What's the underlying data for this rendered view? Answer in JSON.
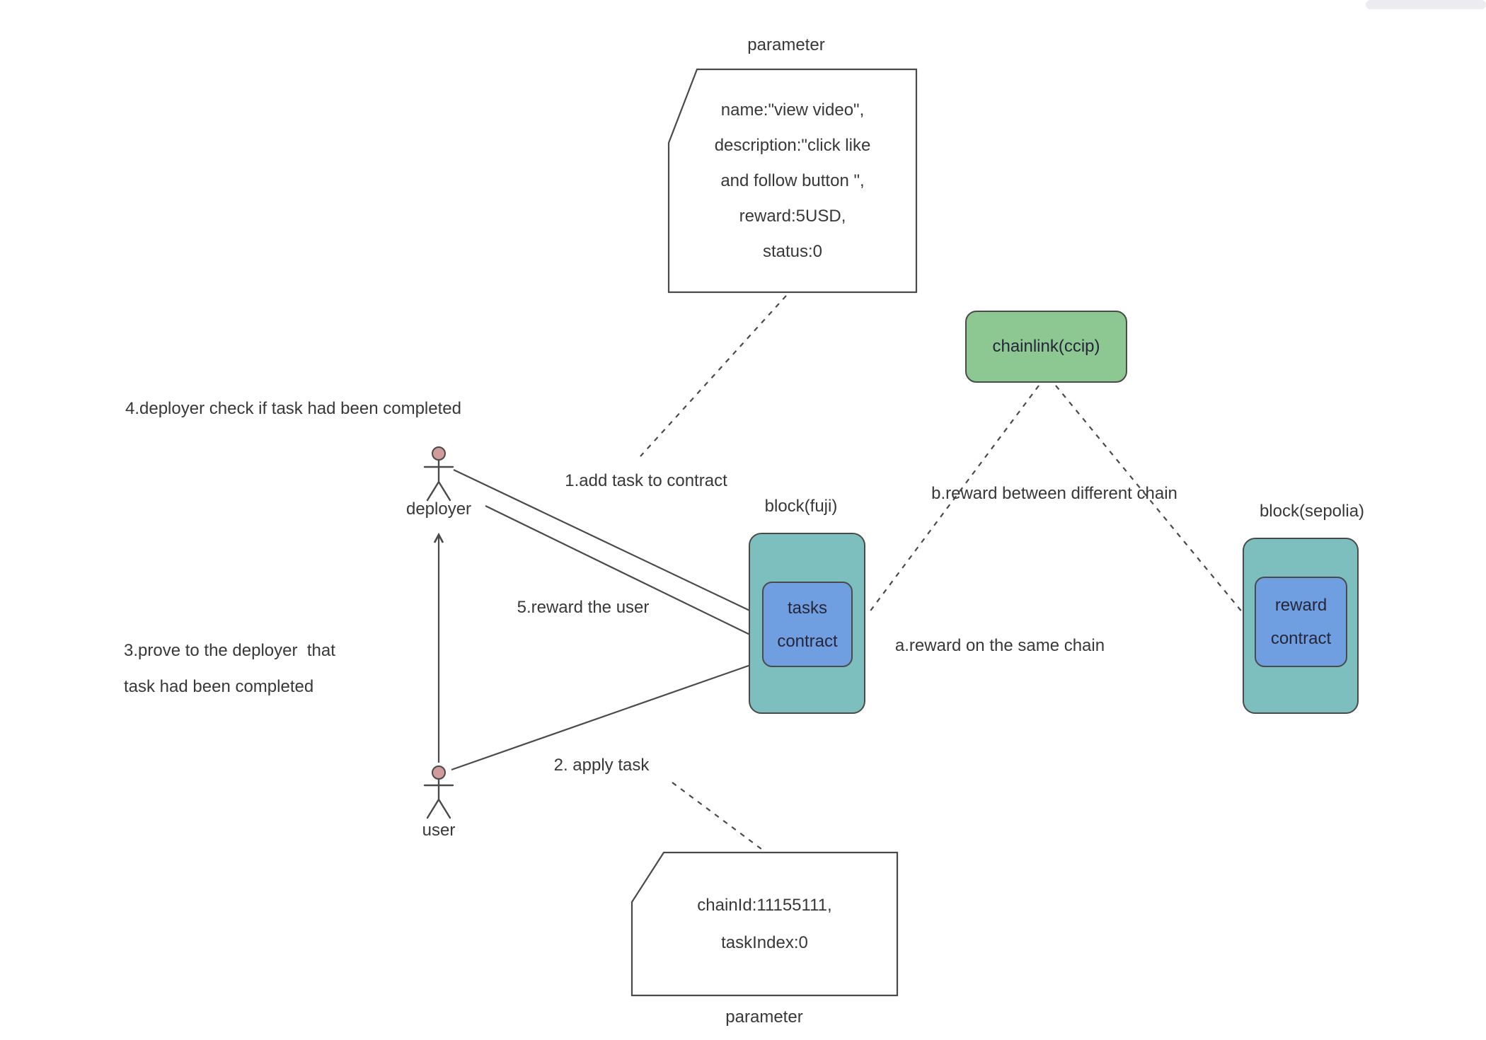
{
  "colors": {
    "background": "#ffffff",
    "line": "#4a4a4a",
    "ink": "#383838",
    "ink-dark": "#26263a",
    "teal": "#7dbfbf",
    "blue": "#6f9fe0",
    "green": "#8dc791",
    "actor-head": "#cf9b9b",
    "scrollbar": "#ebebf0"
  },
  "notes": {
    "top": {
      "title": "parameter",
      "lines": [
        "name:\"view video\",",
        "description:\"click like",
        "and follow button \",",
        "reward:5USD,",
        "status:0"
      ]
    },
    "bottom": {
      "title": "parameter",
      "lines": [
        "chainId:11155111,",
        "taskIndex:0"
      ]
    }
  },
  "nodes": {
    "chainlink": {
      "label": "chainlink(ccip)"
    },
    "block_fuji": {
      "label": "block(fuji)"
    },
    "tasks_contract": {
      "lines": [
        "tasks",
        "contract"
      ]
    },
    "block_sepolia": {
      "label": "block(sepolia)"
    },
    "reward_contract": {
      "lines": [
        "reward",
        "contract"
      ]
    }
  },
  "actors": {
    "deployer": {
      "label": "deployer"
    },
    "user": {
      "label": "user"
    }
  },
  "edge_labels": {
    "step1": "1.add task to contract",
    "step2": "2. apply task",
    "step3_line1": "3.prove to the deployer  that",
    "step3_line2": "task had been completed",
    "step4": "4.deployer check if task had been completed",
    "step5": "5.reward the user",
    "same_chain": "a.reward on the same chain",
    "different_chain": "b.reward between different chain"
  }
}
